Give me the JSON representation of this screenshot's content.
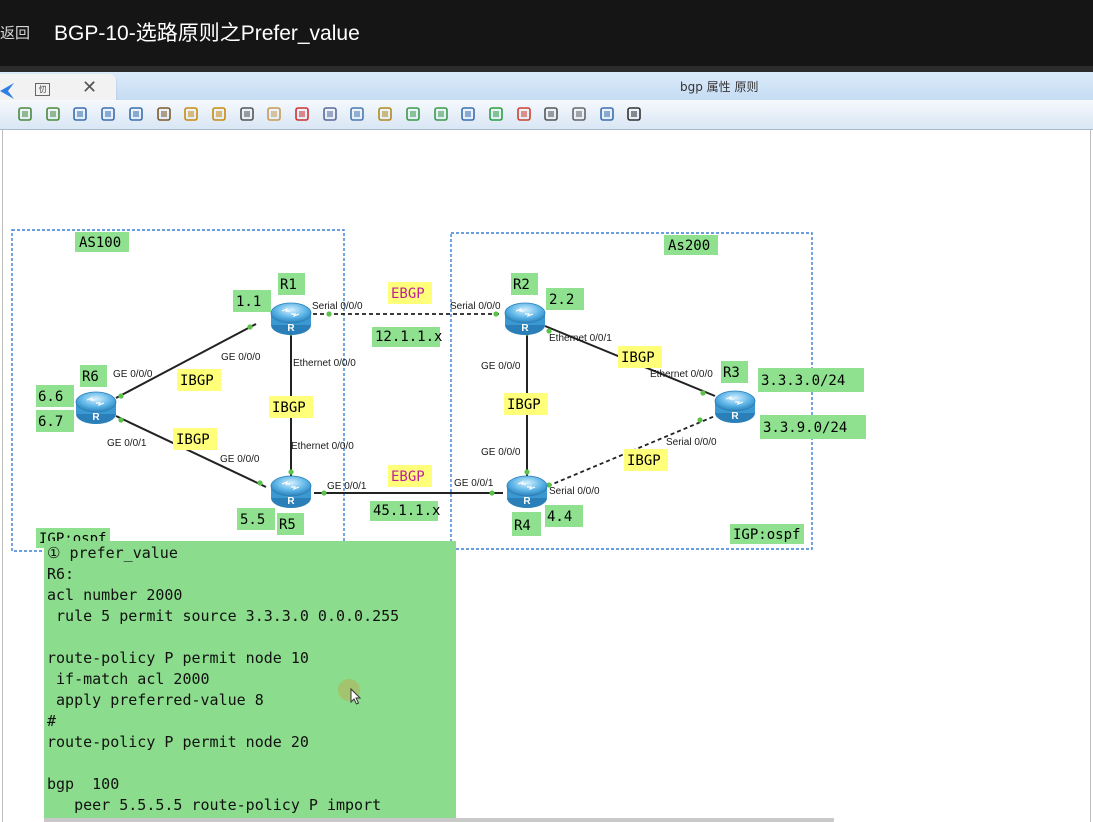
{
  "header": {
    "back_label": "返回",
    "title": "BGP-10-选路原则之Prefer_value"
  },
  "window": {
    "title": "bgp 属性 原则",
    "tab_icon_label": "忉",
    "close_glyph": "✕"
  },
  "toolbar": {
    "icons": [
      "new-icon",
      "new-topology-icon",
      "open-icon",
      "save-icon",
      "save-as-icon",
      "print-icon",
      "undo-icon",
      "redo-icon",
      "select-icon",
      "pan-hand-icon",
      "delete-icon",
      "delete-connection-icon",
      "text-icon",
      "shape-icon",
      "zoom-in-icon",
      "zoom-out-icon",
      "fit-icon",
      "start-all-icon",
      "stop-all-icon",
      "capture-icon",
      "settings-icon",
      "palette-icon",
      "cli-icon"
    ]
  },
  "topology": {
    "as_boxes": [
      {
        "label": "AS100",
        "igp": "IGP:ospf"
      },
      {
        "label": "As200",
        "igp": "IGP:ospf"
      }
    ],
    "routers": [
      {
        "name": "R1",
        "id": "1.1"
      },
      {
        "name": "R2",
        "id": "2.2"
      },
      {
        "name": "R3",
        "networks": [
          "3.3.3.0/24",
          "3.3.9.0/24"
        ]
      },
      {
        "name": "R4",
        "id": "4.4"
      },
      {
        "name": "R5",
        "id": "5.5"
      },
      {
        "name": "R6",
        "ids": [
          "6.6",
          "6.7"
        ]
      }
    ],
    "session_labels": {
      "ebgp_top": "EBGP",
      "ebgp_bottom": "EBGP",
      "ibgp_r6_r1": "IBGP",
      "ibgp_r1_r5": "IBGP",
      "ibgp_r6_r5": "IBGP",
      "ibgp_r2_r4": "IBGP",
      "ibgp_r2_r3": "IBGP",
      "ibgp_r4_r3": "IBGP"
    },
    "subnets": {
      "r1_r2": "12.1.1.x",
      "r5_r4": "45.1.1.x"
    },
    "interfaces": {
      "r1_serial": "Serial 0/0/0",
      "r2_serial": "Serial 0/0/0",
      "r1_eth": "Ethernet 0/0/0",
      "r5_eth": "Ethernet 0/0/0",
      "r1_ge": "GE 0/0/0",
      "r6_ge0": "GE 0/0/0",
      "r6_ge1": "GE 0/0/1",
      "r5_ge0": "GE 0/0/0",
      "r5_ge1": "GE 0/0/1",
      "r4_ge1": "GE 0/0/1",
      "r2_ge0": "GE 0/0/0",
      "r4_ge0": "GE 0/0/0",
      "r2_eth": "Ethernet 0/0/1",
      "r3_eth": "Ethernet 0/0/0",
      "r3_serial": "Serial 0/0/0",
      "r4_serial": "Serial 0/0/0"
    },
    "colors": {
      "label_green": "#8fe08f",
      "label_yellow": "#ffff7a",
      "ebgp_text": "#c0209a",
      "box_border": "#3a7fd5"
    }
  },
  "config": {
    "lines": [
      "① prefer_value",
      "R6:",
      "acl number 2000",
      " rule 5 permit source 3.3.3.0 0.0.0.255",
      "",
      "route-policy P permit node 10",
      " if-match acl 2000",
      " apply preferred-value 8",
      "#",
      "route-policy P permit node 20",
      "",
      "bgp  100",
      "   peer 5.5.5.5 route-policy P import"
    ],
    "bg": "#8bdc8c"
  }
}
